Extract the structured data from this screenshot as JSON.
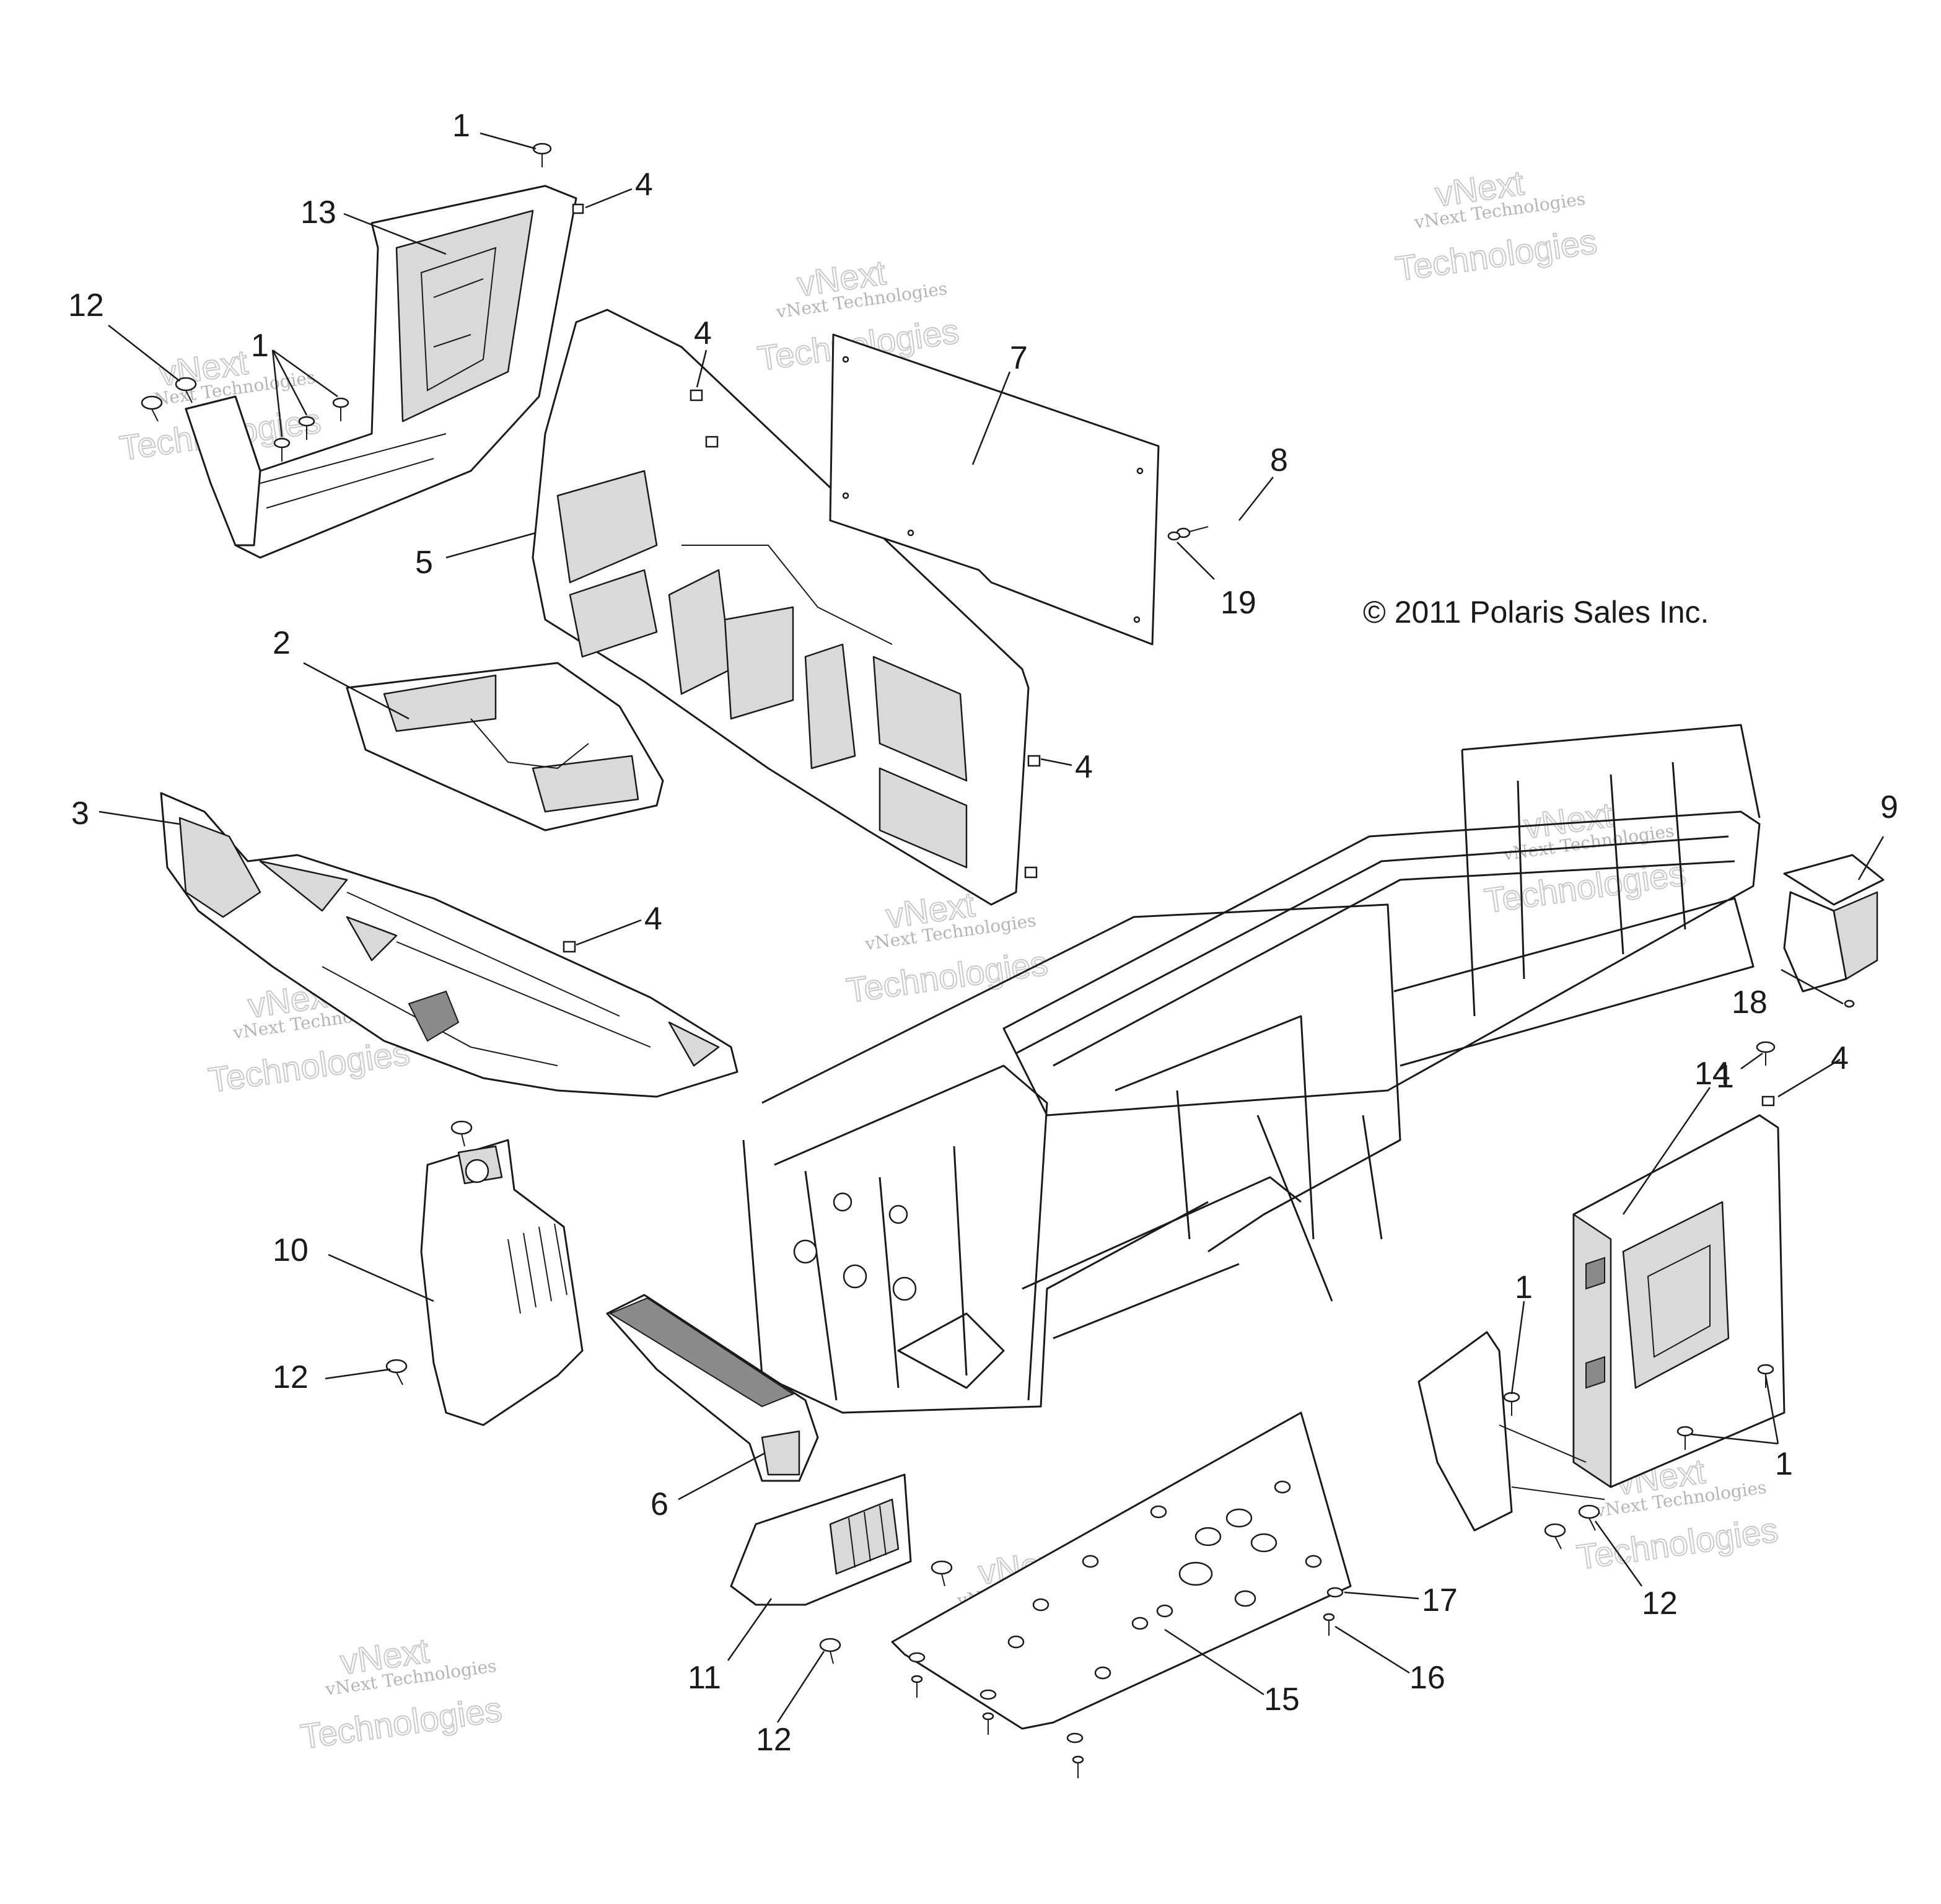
{
  "copyright": "© 2011 Polaris Sales Inc.",
  "watermark": {
    "line1": "vNext Technologies",
    "line2": "vNext",
    "line3": "Technologies"
  },
  "callouts": [
    {
      "id": "c-1-top",
      "label": "1"
    },
    {
      "id": "c-4-top",
      "label": "4"
    },
    {
      "id": "c-13",
      "label": "13"
    },
    {
      "id": "c-12-left",
      "label": "12"
    },
    {
      "id": "c-1-left",
      "label": "1"
    },
    {
      "id": "c-4-mid",
      "label": "4"
    },
    {
      "id": "c-7",
      "label": "7"
    },
    {
      "id": "c-8",
      "label": "8"
    },
    {
      "id": "c-5",
      "label": "5"
    },
    {
      "id": "c-19",
      "label": "19"
    },
    {
      "id": "c-2",
      "label": "2"
    },
    {
      "id": "c-4-right",
      "label": "4"
    },
    {
      "id": "c-3",
      "label": "3"
    },
    {
      "id": "c-4-floor",
      "label": "4"
    },
    {
      "id": "c-9",
      "label": "9"
    },
    {
      "id": "c-18",
      "label": "18"
    },
    {
      "id": "c-14",
      "label": "14"
    },
    {
      "id": "c-1-right",
      "label": "1"
    },
    {
      "id": "c-4-far-right",
      "label": "4"
    },
    {
      "id": "c-10",
      "label": "10"
    },
    {
      "id": "c-12-mid",
      "label": "12"
    },
    {
      "id": "c-1-door",
      "label": "1"
    },
    {
      "id": "c-1-door-low",
      "label": "1"
    },
    {
      "id": "c-6",
      "label": "6"
    },
    {
      "id": "c-17",
      "label": "17"
    },
    {
      "id": "c-12-right",
      "label": "12"
    },
    {
      "id": "c-11",
      "label": "11"
    },
    {
      "id": "c-16",
      "label": "16"
    },
    {
      "id": "c-15",
      "label": "15"
    },
    {
      "id": "c-12-bottom",
      "label": "12"
    }
  ]
}
